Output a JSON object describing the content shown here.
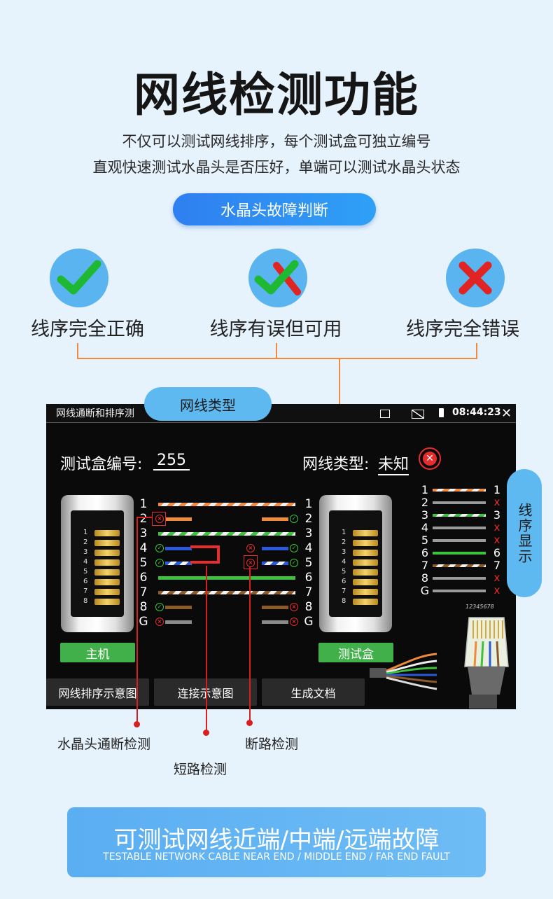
{
  "header": {
    "title": "网线检测功能",
    "subtitle_line1": "不仅可以测试网线排序，每个测试盒可独立编号",
    "subtitle_line2": "直观快速测试水晶头是否压好，单端可以测试水晶头状态",
    "section_pill": "水晶头故障判断"
  },
  "status_items": [
    {
      "label": "线序完全正确",
      "icon": "check-icon"
    },
    {
      "label": "线序有误但可用",
      "icon": "check-cross-icon"
    },
    {
      "label": "线序完全错误",
      "icon": "cross-icon"
    }
  ],
  "callouts": {
    "cable_type_pill": "网线类型",
    "wire_order_pill": "线序显示",
    "crimp_detection": "水晶头通断检测",
    "short_detection": "短路检测",
    "open_detection": "断路检测"
  },
  "device": {
    "app_title": "网线通断和排序测",
    "time": "08:44:23",
    "test_box_label": "测试盒编号:",
    "test_box_value": "255",
    "cable_type_label": "网线类型:",
    "cable_type_value": "未知",
    "pin_labels": [
      "1",
      "2",
      "3",
      "4",
      "5",
      "6",
      "7",
      "8",
      "G"
    ],
    "jack_pin_labels": [
      "1",
      "2",
      "3",
      "4",
      "5",
      "6",
      "7",
      "8"
    ],
    "host_button": "主机",
    "tester_button": "测试盒",
    "toolbar": [
      "网线排序示意图",
      "连接示意图",
      "生成文档"
    ],
    "right_labels": [
      "1",
      "2",
      "3",
      "4",
      "5",
      "6",
      "7",
      "8",
      "G"
    ],
    "right_marks": [
      "1",
      "x",
      "3",
      "x",
      "x",
      "6",
      "7",
      "x",
      "x"
    ],
    "connector_label": "12345678"
  },
  "footer": {
    "cn": "可测试网线近端/中端/远端故障",
    "en": "TESTABLE NETWORK CABLE NEAR END / MIDDLE END / FAR END FAULT"
  },
  "colors": {
    "accent_blue": "#2f7ff0",
    "light_blue": "#5fb9f1",
    "ok_green": "#3ec23e",
    "error_red": "#e52d2d",
    "line_orange": "#f08a3c"
  }
}
